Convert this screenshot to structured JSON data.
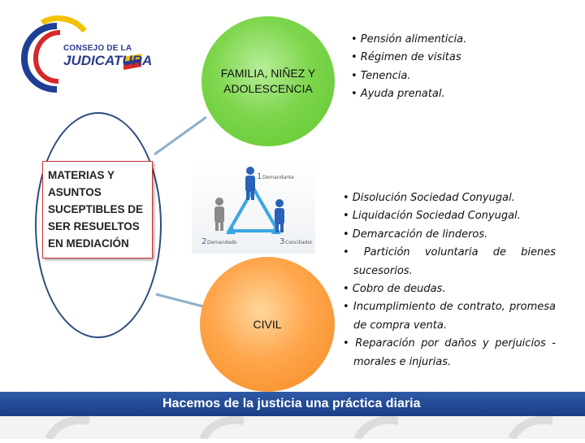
{
  "logo": {
    "line1": "CONSEJO DE LA",
    "line2": "JUDICATURA"
  },
  "left_box": {
    "title": "MATERIAS Y ASUNTOS SUCEPTIBLES DE SER RESUELTOS EN MEDIACIÓN"
  },
  "green_circle": {
    "label": "FAMILIA, NIÑEZ Y ADOLESCENCIA"
  },
  "orange_circle": {
    "label": "CIVIL"
  },
  "family_items": [
    "• Pensión alimenticia.",
    "• Régimen de visitas",
    "• Tenencia.",
    "• Ayuda prenatal."
  ],
  "civil_items": [
    "• Disolución Sociedad Conyugal.",
    "• Liquidación Sociedad Conyugal.",
    "• Demarcación de linderos.",
    "• Partición voluntaria de bienes sucesorios.",
    "• Cobro de deudas.",
    "• Incumplimiento de contrato, promesa de compra venta.",
    "•  Reparación por daños y perjuicios -morales e injurias."
  ],
  "mediation_diagram": {
    "label1": "1",
    "label1_text": "Demandante",
    "label2": "2",
    "label2_text": "Demandado",
    "label3": "3",
    "label3_text": "Conciliador"
  },
  "footer": {
    "slogan": "Hacemos de la justicia una práctica diaria",
    "color": "#1c3f87"
  },
  "colors": {
    "green": "#7ed64d",
    "orange": "#ffa64d",
    "navy": "#2d4c7c",
    "box_border": "#cc3333"
  }
}
